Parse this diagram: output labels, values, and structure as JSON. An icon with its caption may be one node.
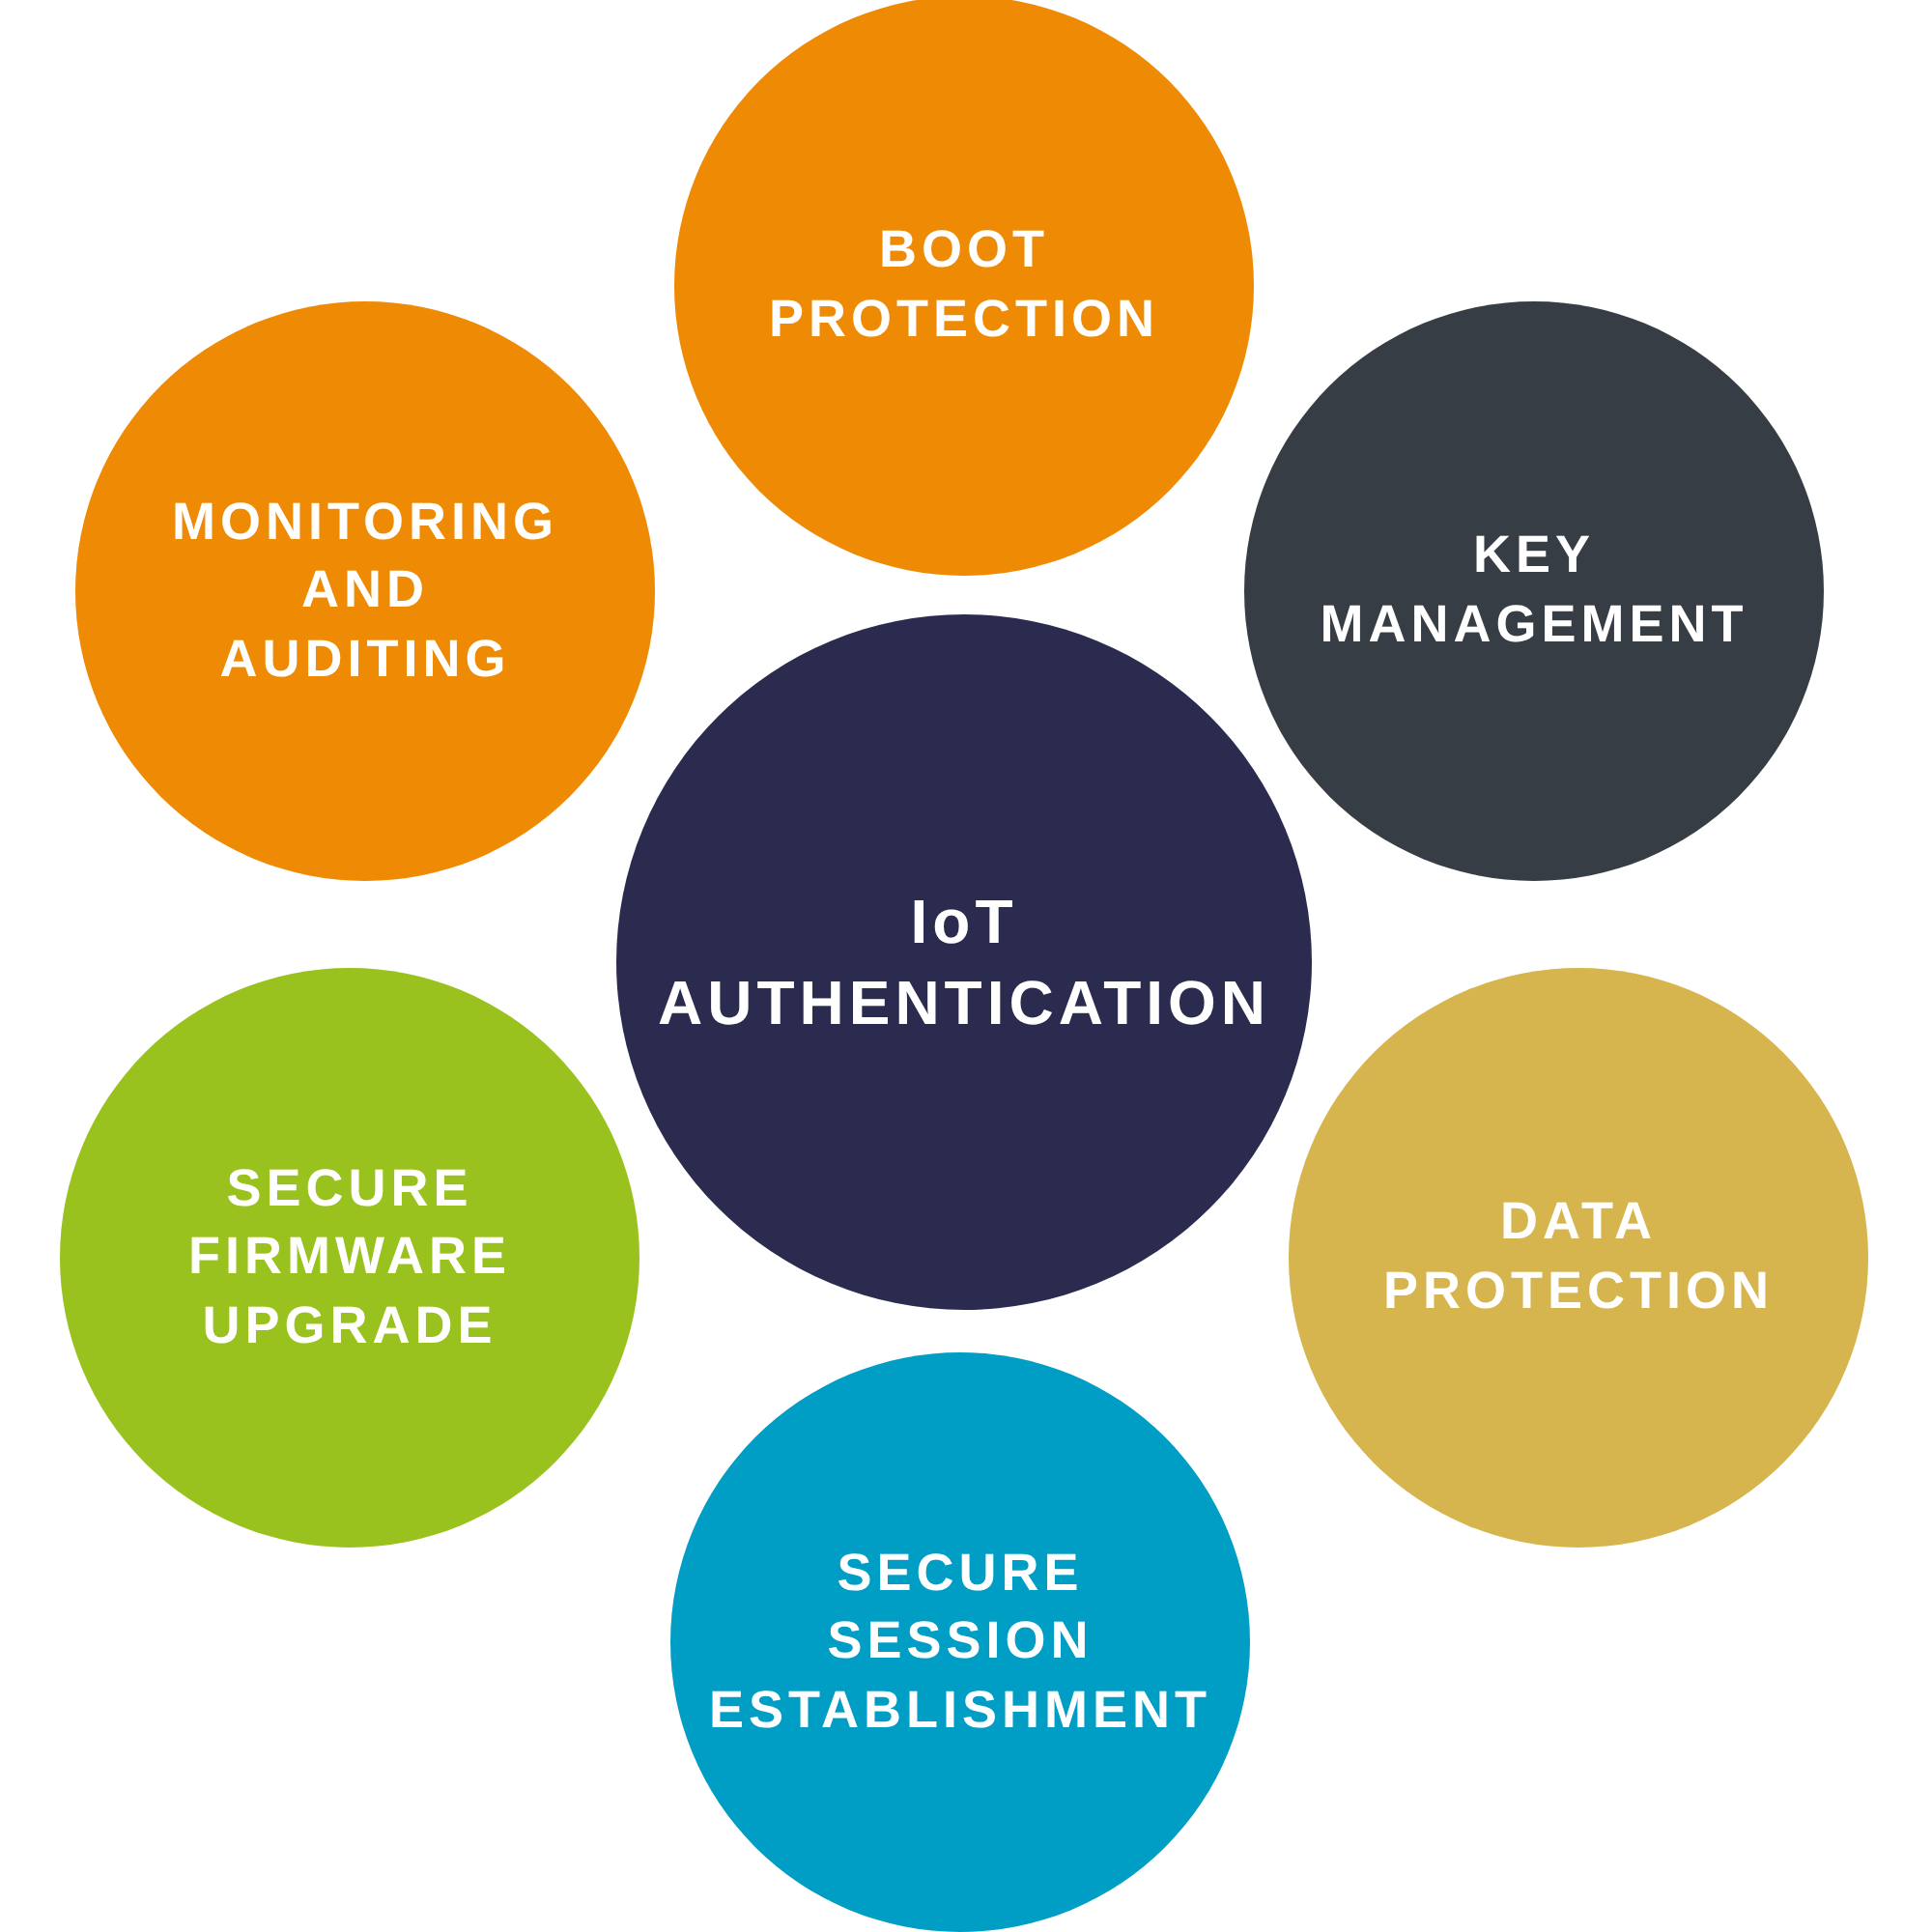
{
  "diagram": {
    "nodes": [
      {
        "text": [
          "BOOT PROTECTION"
        ]
      },
      {
        "text": [
          "MONITORING AND AUDITING"
        ]
      },
      {
        "text": [
          "KEY MANAGEMENT"
        ]
      },
      {
        "text": [
          "IoT AUTHENTICATION"
        ]
      },
      {
        "text": [
          "SECURE FIRMWARE UPGRADE"
        ]
      },
      {
        "text": [
          "DATA PROTECTION"
        ]
      },
      {
        "text": [
          "SECURE SESSION ESTABLISHMENT"
        ]
      }
    ],
    "edges": []
  }
}
